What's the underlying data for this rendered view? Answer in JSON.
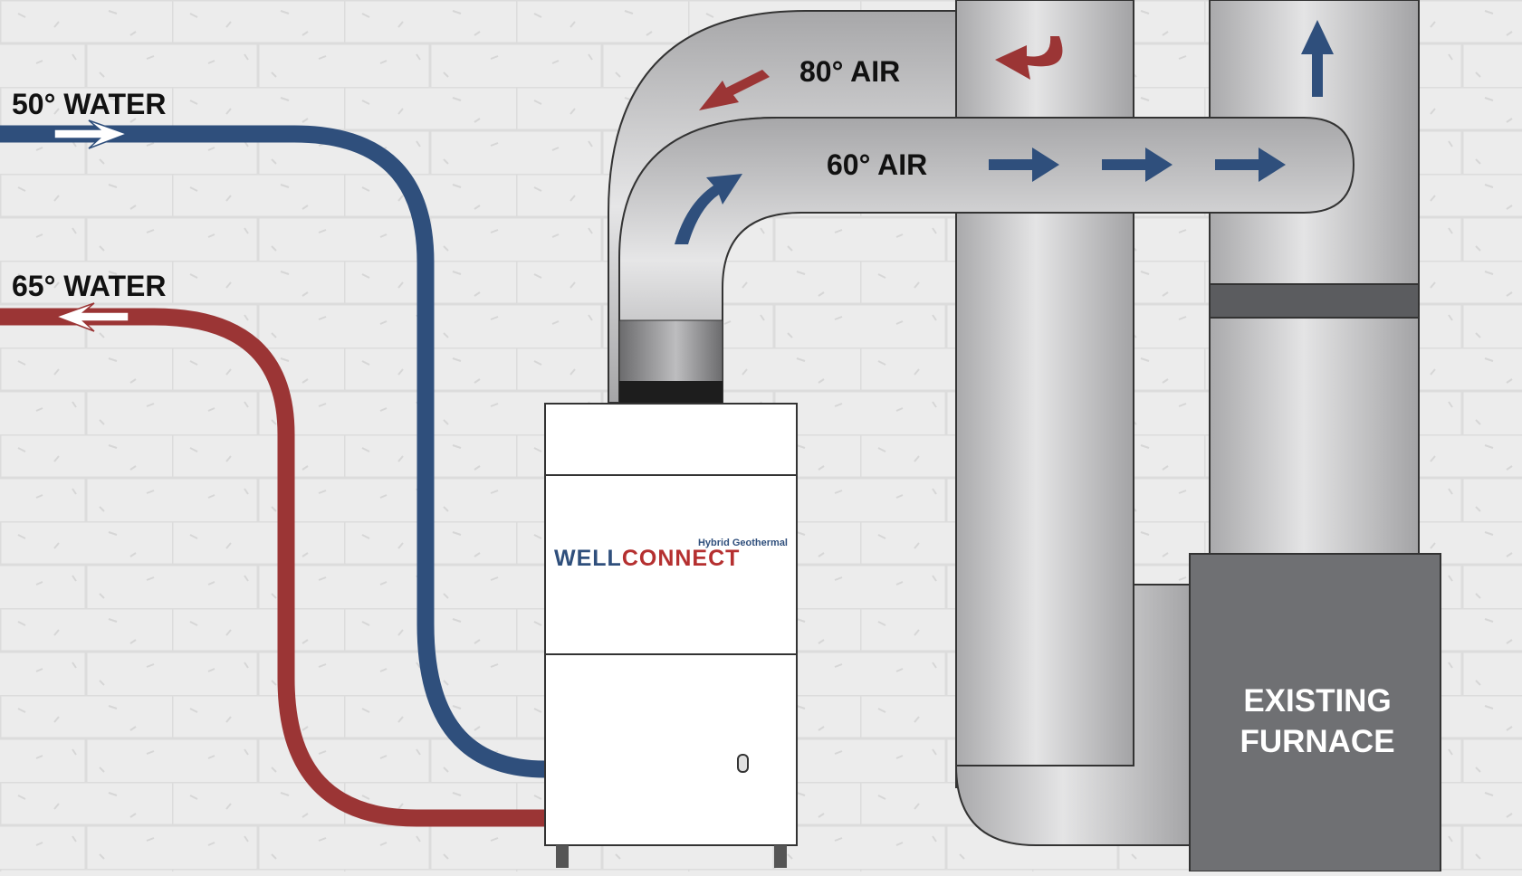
{
  "labels": {
    "cold_water": "50° WATER",
    "warm_water": "65° WATER",
    "warm_air": "80° AIR",
    "cool_air": "60° AIR",
    "furnace": [
      "EXISTING",
      "FURNACE"
    ]
  },
  "unit": {
    "brand_left": "WELL",
    "brand_right": "CONNECT",
    "tagline": "Hybrid Geothermal"
  },
  "colors": {
    "cold": "#2f4f7c",
    "warm": "#9b3535",
    "duct": "#b9b9bb",
    "furnace": "#6f7073",
    "wall": "#ececec"
  }
}
